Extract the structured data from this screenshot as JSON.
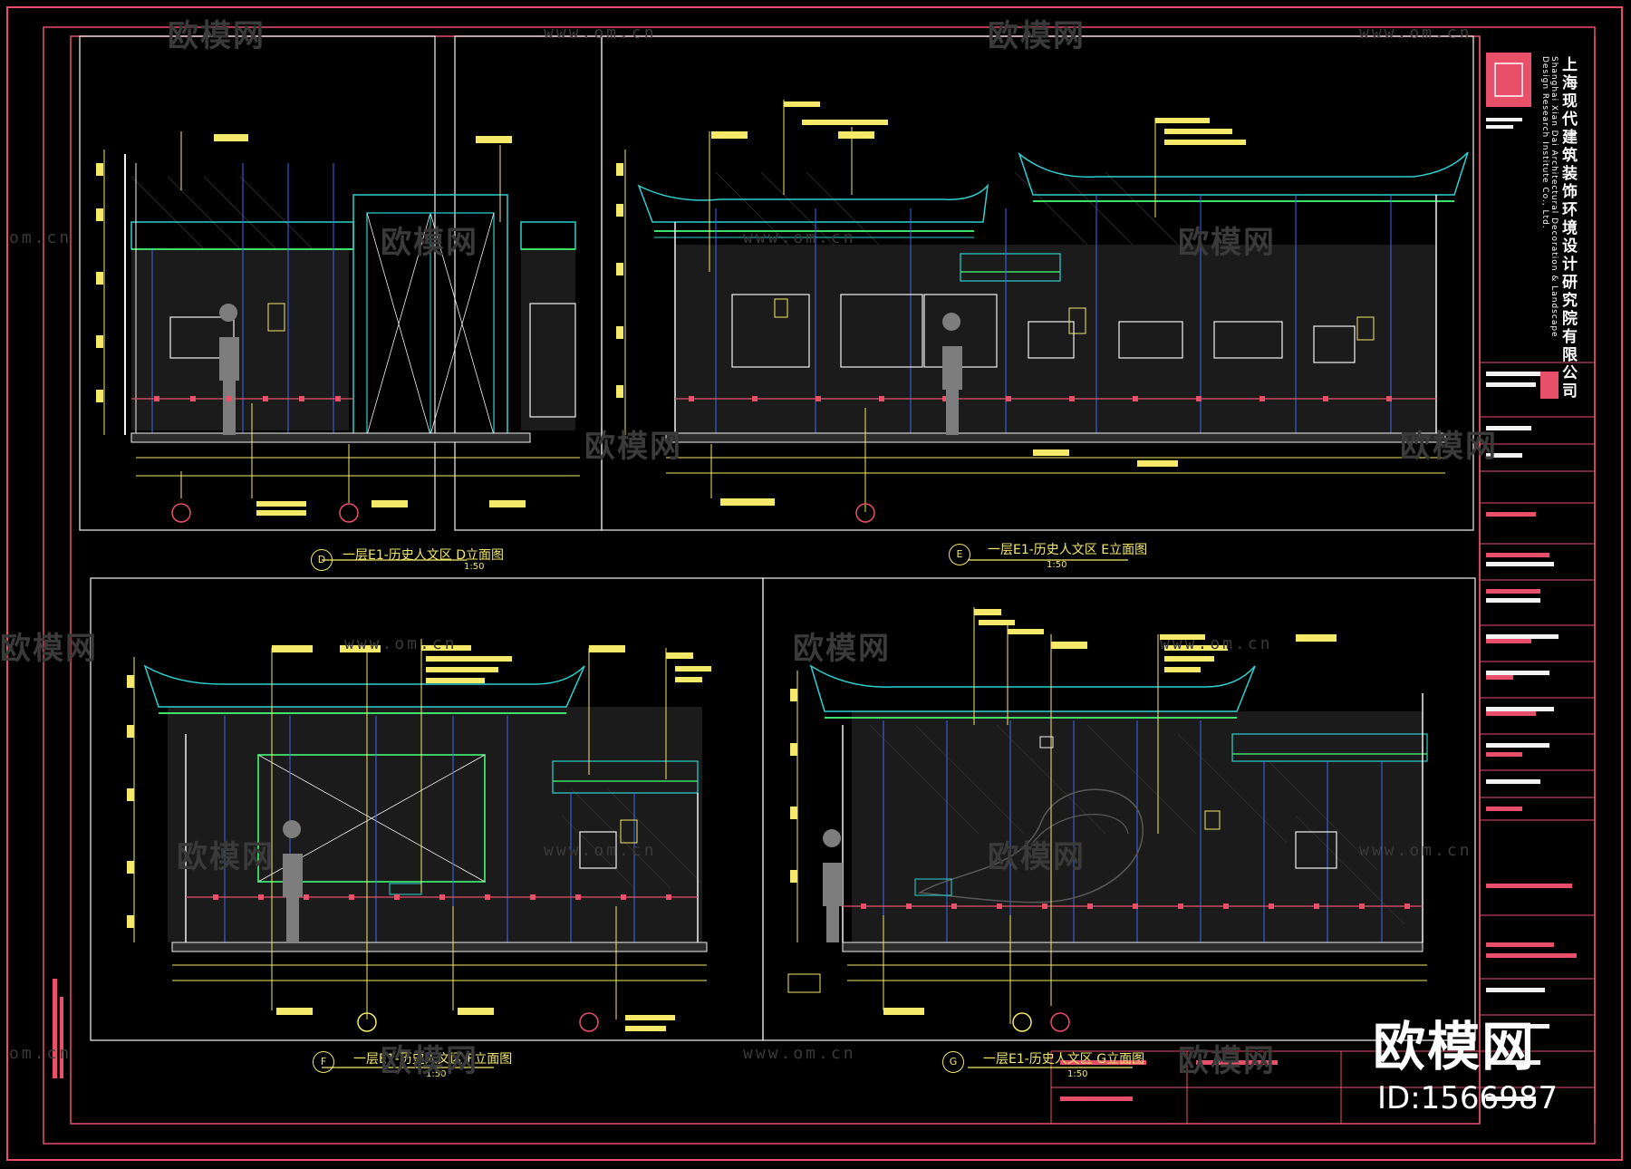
{
  "drawing": {
    "frame_color": "#e8506a",
    "line_colors": {
      "cyan": "#2fd0d0",
      "green": "#3fe06a",
      "yellow": "#f5e96a",
      "white": "#f2f2f2",
      "magenta": "#e8506a",
      "blue": "#3c6cf0"
    },
    "views": [
      {
        "id": "D",
        "title": "一层E1-历史人文区 D立面图"
      },
      {
        "id": "E",
        "title": "一层E1-历史人文区 E立面图"
      },
      {
        "id": "F",
        "title": "一层E1-历史人文区 F立面图"
      },
      {
        "id": "G",
        "title": "一层E1-历史人文区 G立面图"
      }
    ],
    "view_scale": "1:50"
  },
  "title_block": {
    "company_cn": "上海现代建筑装饰环境设计研究院有限公司",
    "company_en": "Shanghai Xian Dai Architectural Decoration & Landscape Design Research Institute Co., Ltd."
  },
  "watermark": {
    "brand": "欧模网",
    "url": "www.om.cn",
    "url_short": "om.cn",
    "id": "ID:1566987"
  }
}
